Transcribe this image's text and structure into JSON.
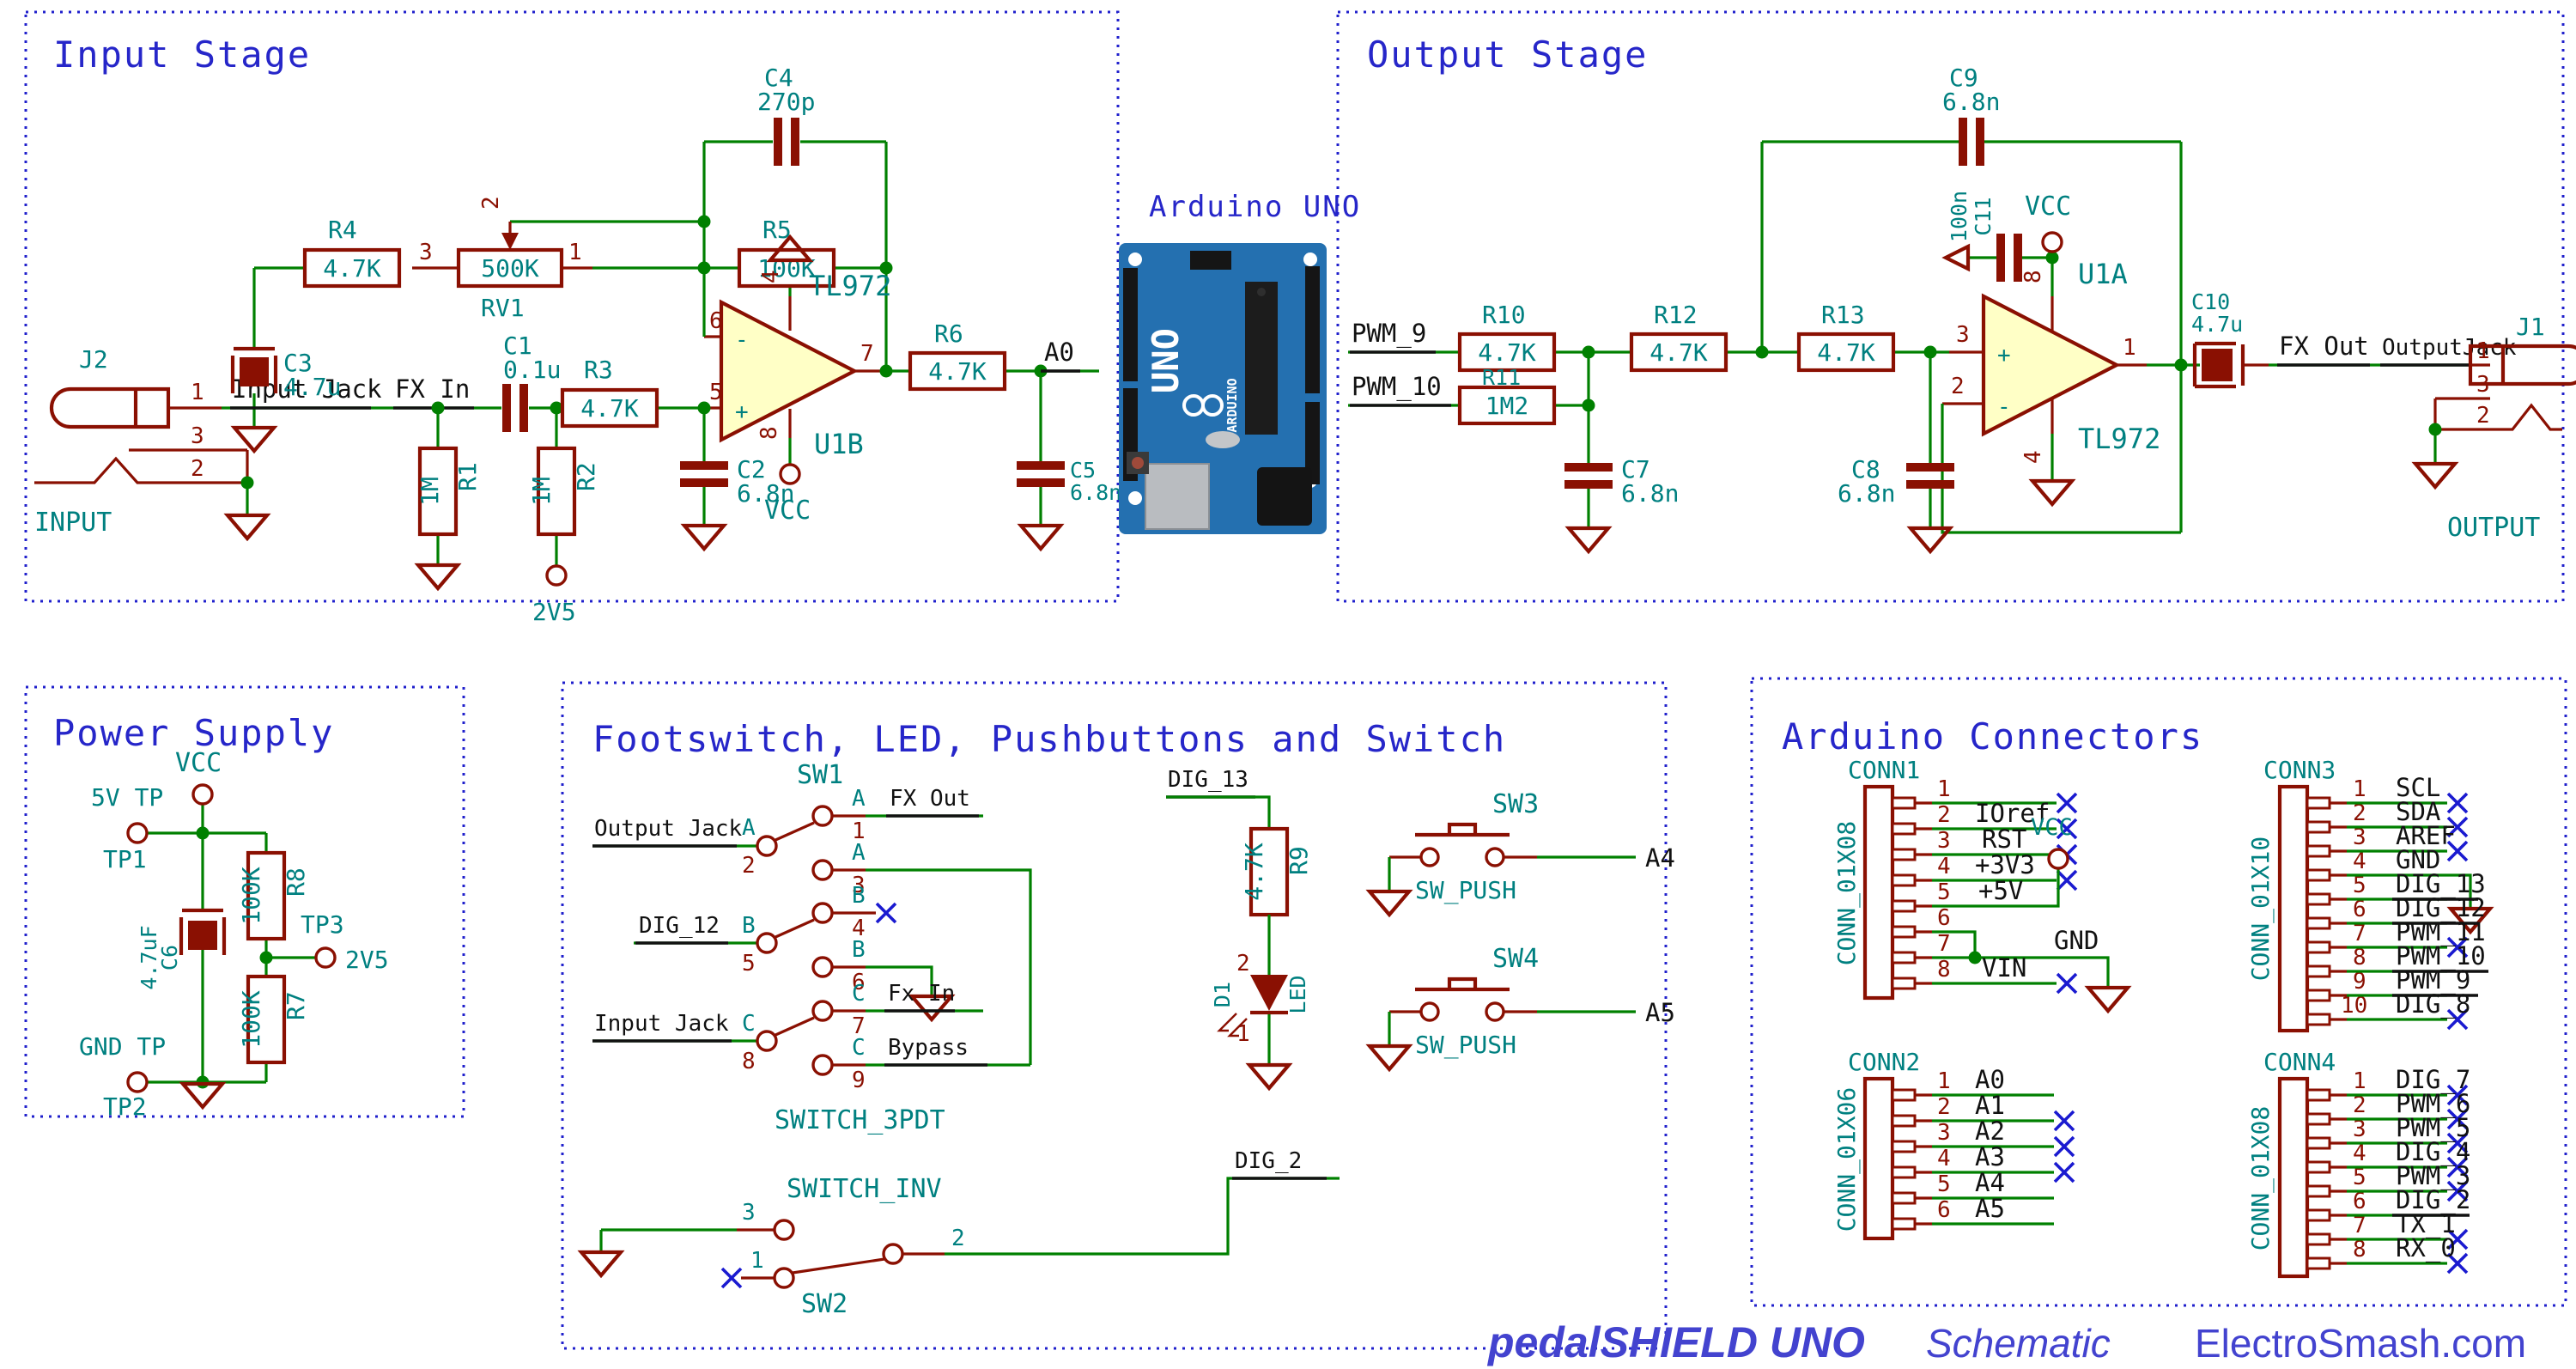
{
  "colors": {
    "wire": "#008000",
    "symbol": "#8a1002",
    "ref_text": "#008080",
    "title": "#2626c9",
    "net_text": "#111111",
    "noconnect": "#1a1ad0",
    "footer": "#4343cf",
    "opamp_fill": "#ffffc6",
    "board_blue": "#2470b0"
  },
  "footer": {
    "brand": "pedalSHIELD UNO",
    "doc": "Schematic",
    "site": "ElectroSmash.com"
  },
  "arduino": {
    "title": "Arduino UNO",
    "logo_text": "UNO",
    "brand_text": "ARDUINO"
  },
  "sym": {
    "plus": "+",
    "minus": "-"
  },
  "is": {
    "title": "Input Stage",
    "j2_ref": "J2",
    "p1": "1",
    "p2": "2",
    "p3": "3",
    "port": "INPUT",
    "net_input_jack": "Input Jack",
    "net_fx_in": "FX In",
    "net_a0": "A0",
    "net_2v5": "2V5",
    "vcc": "VCC",
    "r1_ref": "R1",
    "r1_val": "1M",
    "r2_ref": "R2",
    "r2_val": "1M",
    "r3_ref": "R3",
    "r3_val": "4.7K",
    "r4_ref": "R4",
    "r4_val": "4.7K",
    "r5_ref": "R5",
    "r5_val": "100K",
    "r6_ref": "R6",
    "r6_val": "4.7K",
    "rv1_ref": "RV1",
    "rv1_val": "500K",
    "rv1_p1": "1",
    "rv1_p2": "2",
    "rv1_p3": "3",
    "c1_ref": "C1",
    "c1_val": "0.1u",
    "c2_ref": "C2",
    "c2_val": "6.8n",
    "c3_ref": "C3",
    "c3_val": "4.7u",
    "c4_ref": "C4",
    "c4_val": "270p",
    "c5_ref": "C5",
    "c5_val": "6.8n",
    "u_ref": "U1B",
    "u_part": "TL972",
    "p4": "4",
    "p5": "5",
    "p6": "6",
    "p7": "7",
    "p8": "8"
  },
  "os": {
    "title": "Output Stage",
    "net_pwm9": "PWM_9",
    "net_pwm10": "PWM_10",
    "net_fx_out": "FX Out",
    "net_output_jack": "OutputJack",
    "vcc": "VCC",
    "port": "OUTPUT",
    "r10_ref": "R10",
    "r10_val": "4.7K",
    "r11_ref": "R11",
    "r11_val": "1M2",
    "r12_ref": "R12",
    "r12_val": "4.7K",
    "r13_ref": "R13",
    "r13_val": "4.7K",
    "c7_ref": "C7",
    "c7_val": "6.8n",
    "c8_ref": "C8",
    "c8_val": "6.8n",
    "c9_ref": "C9",
    "c9_val": "6.8n",
    "c10_ref": "C10",
    "c10_val": "4.7u",
    "c11_ref": "C11",
    "c11_val": "100n",
    "u_ref": "U1A",
    "u_part": "TL972",
    "p1": "1",
    "p2": "2",
    "p3": "3",
    "p4": "4",
    "p8": "8",
    "j1_ref": "J1",
    "j1_p1": "1",
    "j1_p2": "2",
    "j1_p3": "3"
  },
  "ps": {
    "title": "Power Supply",
    "vcc": "VCC",
    "tp1_name": "5V TP",
    "tp1_ref": "TP1",
    "tp2_name": "GND TP",
    "tp2_ref": "TP2",
    "tp3_ref": "TP3",
    "net_2v5": "2V5",
    "r8_ref": "R8",
    "r8_val": "100K",
    "r7_ref": "R7",
    "r7_val": "100K",
    "c6_ref": "C6",
    "c6_val": "4.7uF"
  },
  "fs": {
    "title": "Footswitch, LED, Pushbuttons and Switch",
    "sw1_ref": "SW1",
    "sw1_part": "SWITCH_3PDT",
    "sw2_ref": "SW2",
    "sw2_part": "SWITCH_INV",
    "sw3_ref": "SW3",
    "sw4_ref": "SW4",
    "sw_push": "SW_PUSH",
    "a": "A",
    "b": "B",
    "c": "C",
    "pins": [
      "1",
      "2",
      "3",
      "4",
      "5",
      "6",
      "7",
      "8",
      "9"
    ],
    "net_output_jack": "Output Jack",
    "net_dig12": "DIG_12",
    "net_input_jack": "Input Jack",
    "net_fx_out": "FX Out",
    "net_fx_in": "Fx In",
    "net_bypass": "Bypass",
    "net_dig13": "DIG_13",
    "net_dig2": "DIG_2",
    "net_a4": "A4",
    "net_a5": "A5",
    "r9_ref": "R9",
    "r9_val": "4.7K",
    "d1_ref": "D1",
    "d1_val": "LED",
    "d1_p1": "1",
    "d1_p2": "2"
  },
  "ac": {
    "title": "Arduino Connectors",
    "nums": [
      "1",
      "2",
      "3",
      "4",
      "5",
      "6",
      "7",
      "8",
      "9",
      "10"
    ],
    "conn1_ref": "CONN1",
    "conn1_part": "CONN_01X08",
    "conn1_labels": [
      "",
      "IOref",
      "RST",
      "+3V3",
      "+5V",
      "",
      "",
      "VIN"
    ],
    "vcc": "VCC",
    "gnd": "GND",
    "conn2_ref": "CONN2",
    "conn2_part": "CONN_01X06",
    "conn2_labels": [
      "A0",
      "A1",
      "A2",
      "A3",
      "A4",
      "A5"
    ],
    "conn3_ref": "CONN3",
    "conn3_part": "CONN_01X10",
    "conn3_labels": [
      "SCL",
      "SDA",
      "AREF",
      "GND",
      "DIG_13",
      "DIG_12",
      "PWM_11",
      "PWM_10",
      "PWM_9",
      "DIG_8"
    ],
    "conn4_ref": "CONN4",
    "conn4_part": "CONN_01X08",
    "conn4_labels": [
      "DIG_7",
      "PWM_6",
      "PWM_5",
      "DIG_4",
      "PWM_3",
      "DIG_2",
      "TX_1",
      "RX_0"
    ]
  }
}
